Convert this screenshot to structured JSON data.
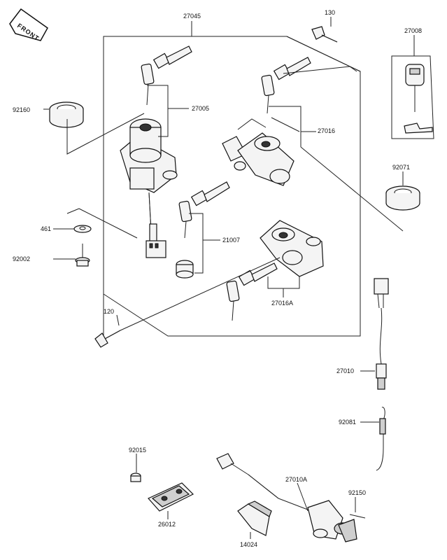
{
  "direction_label": "FRONT",
  "parts": [
    {
      "id": "p27045",
      "number": "27045"
    },
    {
      "id": "p130",
      "number": "130"
    },
    {
      "id": "p27008",
      "number": "27008"
    },
    {
      "id": "p92160",
      "number": "92160"
    },
    {
      "id": "p27005",
      "number": "27005"
    },
    {
      "id": "p27016",
      "number": "27016"
    },
    {
      "id": "p92071",
      "number": "92071"
    },
    {
      "id": "p461",
      "number": "461"
    },
    {
      "id": "p21007",
      "number": "21007"
    },
    {
      "id": "p92002",
      "number": "92002"
    },
    {
      "id": "p27016A",
      "number": "27016A"
    },
    {
      "id": "p120",
      "number": "120"
    },
    {
      "id": "p27010",
      "number": "27010"
    },
    {
      "id": "p92081",
      "number": "92081"
    },
    {
      "id": "p92015",
      "number": "92015"
    },
    {
      "id": "p27010A",
      "number": "27010A"
    },
    {
      "id": "p92150",
      "number": "92150"
    },
    {
      "id": "p26012",
      "number": "26012"
    },
    {
      "id": "p14024",
      "number": "14024"
    }
  ]
}
